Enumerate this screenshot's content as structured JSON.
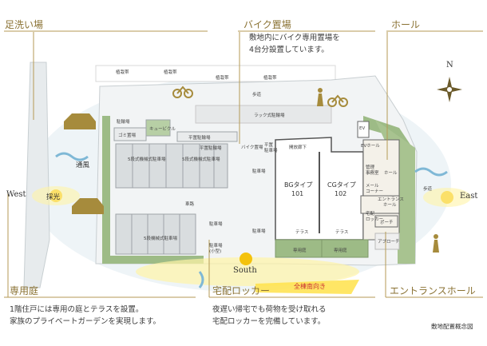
{
  "callouts": {
    "foot_wash": {
      "title": "足洗い場"
    },
    "bike": {
      "title": "バイク置場",
      "body": [
        "敷地内にバイク専用置場を",
        "4台分設置しています。"
      ]
    },
    "hall": {
      "title": "ホール"
    },
    "private_garden": {
      "title": "専用庭",
      "body": [
        "1階住戸には専用の庭とテラスを設置。",
        "家族のプライベートガーデンを実現します。"
      ]
    },
    "locker": {
      "title": "宅配ロッカー",
      "body": [
        "夜遅い帰宅でも荷物を受け取れる",
        "宅配ロッカーを完備しています。"
      ]
    },
    "entrance_hall": {
      "title": "エントランスホール"
    }
  },
  "directions": {
    "north": "N",
    "west": "West",
    "east": "East",
    "south": "South",
    "light": "採光",
    "wind": "通風",
    "all_south": "全棟南向き"
  },
  "map_labels": {
    "planting": "植栽帯",
    "walkway": "歩道",
    "road": "車路",
    "rack_bike": "ラック式駐輪場",
    "flat_bike": "平置駐輪場",
    "flat_bike2": "平置駐輪場",
    "bike_parking": "バイク置場",
    "bicycle_parking": "駐輪場",
    "car_parking": "駐車場",
    "car_parking2": "駐車場",
    "car_parking3": "駐車場",
    "car_parking_small": [
      "駐車場",
      "(小型)"
    ],
    "garbage": "ゴミ置場",
    "cubicle": "キュービクル",
    "mech_parking1": "5段式機械式駐車場",
    "mech_parking2": "5段式機械式駐車場",
    "mech_parking3": "5段機械式駐車場",
    "open_corridor": "開放廊下",
    "ev": "EV",
    "ev_hall": "EVホール",
    "flat_parking": [
      "平置",
      "駐車場"
    ],
    "type_b": [
      "BGタイプ",
      "101"
    ],
    "type_c": [
      "CGタイプ",
      "102"
    ],
    "terrace": "テラス",
    "terrace2": "テラス",
    "private_garden_b": "専用庭",
    "private_garden_c": "専用庭",
    "hall": "ホール",
    "entrance_hall": [
      "エントランス",
      "ホール"
    ],
    "porch": "ポーチ",
    "approach": "アプローチ",
    "management": [
      "管理",
      "事務室"
    ],
    "mail": [
      "メール",
      "コーナー"
    ],
    "delivery": [
      "宅配",
      "ロッカー"
    ],
    "walkway2": "歩道"
  },
  "note": "敷地配置概念図",
  "colors": {
    "accent": "#b49a55",
    "green": "#8fb07a",
    "road": "#eceff0",
    "building": "#f4f1e9"
  }
}
